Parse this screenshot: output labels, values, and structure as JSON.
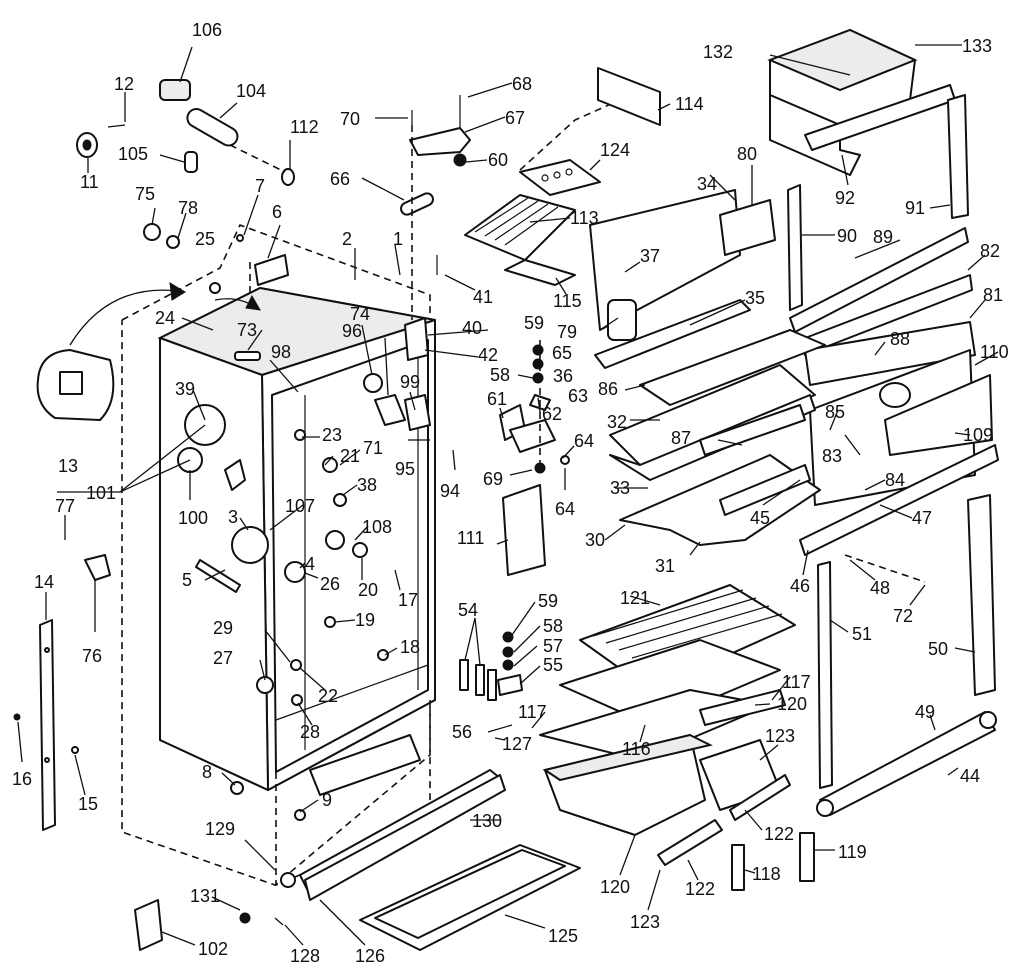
{
  "diagram": {
    "type": "exploded-parts-diagram",
    "colors": {
      "line": "#111111",
      "background": "#ffffff",
      "shade": "#ececec"
    },
    "labels": [
      {
        "id": "l106",
        "text": "106"
      },
      {
        "id": "l12",
        "text": "12"
      },
      {
        "id": "l104",
        "text": "104"
      },
      {
        "id": "l105",
        "text": "105"
      },
      {
        "id": "l11",
        "text": "11"
      },
      {
        "id": "l112",
        "text": "112"
      },
      {
        "id": "l70",
        "text": "70"
      },
      {
        "id": "l68",
        "text": "68"
      },
      {
        "id": "l67",
        "text": "67"
      },
      {
        "id": "l114",
        "text": "114"
      },
      {
        "id": "l132",
        "text": "132"
      },
      {
        "id": "l133",
        "text": "133"
      },
      {
        "id": "l60",
        "text": "60"
      },
      {
        "id": "l66",
        "text": "66"
      },
      {
        "id": "l124",
        "text": "124"
      },
      {
        "id": "l80",
        "text": "80"
      },
      {
        "id": "l34",
        "text": "34"
      },
      {
        "id": "l92",
        "text": "92"
      },
      {
        "id": "l91",
        "text": "91"
      },
      {
        "id": "l75",
        "text": "75"
      },
      {
        "id": "l78",
        "text": "78"
      },
      {
        "id": "l7",
        "text": "7"
      },
      {
        "id": "l6",
        "text": "6"
      },
      {
        "id": "l25",
        "text": "25"
      },
      {
        "id": "l2",
        "text": "2"
      },
      {
        "id": "l1",
        "text": "1"
      },
      {
        "id": "l113",
        "text": "113"
      },
      {
        "id": "l90",
        "text": "90"
      },
      {
        "id": "l89",
        "text": "89"
      },
      {
        "id": "l82",
        "text": "82"
      },
      {
        "id": "l37",
        "text": "37"
      },
      {
        "id": "l41",
        "text": "41"
      },
      {
        "id": "l115",
        "text": "115"
      },
      {
        "id": "l35",
        "text": "35"
      },
      {
        "id": "l81",
        "text": "81"
      },
      {
        "id": "l24",
        "text": "24"
      },
      {
        "id": "l73",
        "text": "73"
      },
      {
        "id": "l74",
        "text": "74"
      },
      {
        "id": "l96",
        "text": "96"
      },
      {
        "id": "l40",
        "text": "40"
      },
      {
        "id": "l59a",
        "text": "59"
      },
      {
        "id": "l79",
        "text": "79"
      },
      {
        "id": "l88",
        "text": "88"
      },
      {
        "id": "l110",
        "text": "110"
      },
      {
        "id": "l98",
        "text": "98"
      },
      {
        "id": "l42",
        "text": "42"
      },
      {
        "id": "l65",
        "text": "65"
      },
      {
        "id": "l58a",
        "text": "58"
      },
      {
        "id": "l36",
        "text": "36"
      },
      {
        "id": "l99",
        "text": "99"
      },
      {
        "id": "l86",
        "text": "86"
      },
      {
        "id": "l63",
        "text": "63"
      },
      {
        "id": "l39",
        "text": "39"
      },
      {
        "id": "l61",
        "text": "61"
      },
      {
        "id": "l62",
        "text": "62"
      },
      {
        "id": "l85",
        "text": "85"
      },
      {
        "id": "l32",
        "text": "32"
      },
      {
        "id": "l109",
        "text": "109"
      },
      {
        "id": "l23",
        "text": "23"
      },
      {
        "id": "l87",
        "text": "87"
      },
      {
        "id": "l64a",
        "text": "64"
      },
      {
        "id": "l83",
        "text": "83"
      },
      {
        "id": "l13",
        "text": "13"
      },
      {
        "id": "l21",
        "text": "21"
      },
      {
        "id": "l71",
        "text": "71"
      },
      {
        "id": "l95",
        "text": "95"
      },
      {
        "id": "l94",
        "text": "94"
      },
      {
        "id": "l69",
        "text": "69"
      },
      {
        "id": "l101",
        "text": "101"
      },
      {
        "id": "l38",
        "text": "38"
      },
      {
        "id": "l33",
        "text": "33"
      },
      {
        "id": "l64b",
        "text": "64"
      },
      {
        "id": "l84",
        "text": "84"
      },
      {
        "id": "l100",
        "text": "100"
      },
      {
        "id": "l77",
        "text": "77"
      },
      {
        "id": "l107",
        "text": "107"
      },
      {
        "id": "l45",
        "text": "45"
      },
      {
        "id": "l47",
        "text": "47"
      },
      {
        "id": "l3",
        "text": "3"
      },
      {
        "id": "l108",
        "text": "108"
      },
      {
        "id": "l111",
        "text": "111"
      },
      {
        "id": "l30",
        "text": "30"
      },
      {
        "id": "l4",
        "text": "4"
      },
      {
        "id": "l31",
        "text": "31"
      },
      {
        "id": "l46",
        "text": "46"
      },
      {
        "id": "l48",
        "text": "48"
      },
      {
        "id": "l5",
        "text": "5"
      },
      {
        "id": "l26",
        "text": "26"
      },
      {
        "id": "l20",
        "text": "20"
      },
      {
        "id": "l17",
        "text": "17"
      },
      {
        "id": "l72",
        "text": "72"
      },
      {
        "id": "l14",
        "text": "14"
      },
      {
        "id": "l76",
        "text": "76"
      },
      {
        "id": "l19",
        "text": "19"
      },
      {
        "id": "l54",
        "text": "54"
      },
      {
        "id": "l59b",
        "text": "59"
      },
      {
        "id": "l121",
        "text": "121"
      },
      {
        "id": "l51",
        "text": "51"
      },
      {
        "id": "l50",
        "text": "50"
      },
      {
        "id": "l29",
        "text": "29"
      },
      {
        "id": "l18",
        "text": "18"
      },
      {
        "id": "l58b",
        "text": "58"
      },
      {
        "id": "l57",
        "text": "57"
      },
      {
        "id": "l27",
        "text": "27"
      },
      {
        "id": "l55",
        "text": "55"
      },
      {
        "id": "l22",
        "text": "22"
      },
      {
        "id": "l117a",
        "text": "117"
      },
      {
        "id": "l120a",
        "text": "120"
      },
      {
        "id": "l117b",
        "text": "117"
      },
      {
        "id": "l49",
        "text": "49"
      },
      {
        "id": "l28",
        "text": "28"
      },
      {
        "id": "l56",
        "text": "56"
      },
      {
        "id": "l127",
        "text": "127"
      },
      {
        "id": "l116",
        "text": "116"
      },
      {
        "id": "l123a",
        "text": "123"
      },
      {
        "id": "l16",
        "text": "16"
      },
      {
        "id": "l15",
        "text": "15"
      },
      {
        "id": "l8",
        "text": "8"
      },
      {
        "id": "l44",
        "text": "44"
      },
      {
        "id": "l9",
        "text": "9"
      },
      {
        "id": "l130",
        "text": "130"
      },
      {
        "id": "l129",
        "text": "129"
      },
      {
        "id": "l122a",
        "text": "122"
      },
      {
        "id": "l119",
        "text": "119"
      },
      {
        "id": "l120b",
        "text": "120"
      },
      {
        "id": "l122b",
        "text": "122"
      },
      {
        "id": "l118",
        "text": "118"
      },
      {
        "id": "l131",
        "text": "131"
      },
      {
        "id": "l123b",
        "text": "123"
      },
      {
        "id": "l125",
        "text": "125"
      },
      {
        "id": "l102",
        "text": "102"
      },
      {
        "id": "l128",
        "text": "128"
      },
      {
        "id": "l126",
        "text": "126"
      }
    ]
  }
}
